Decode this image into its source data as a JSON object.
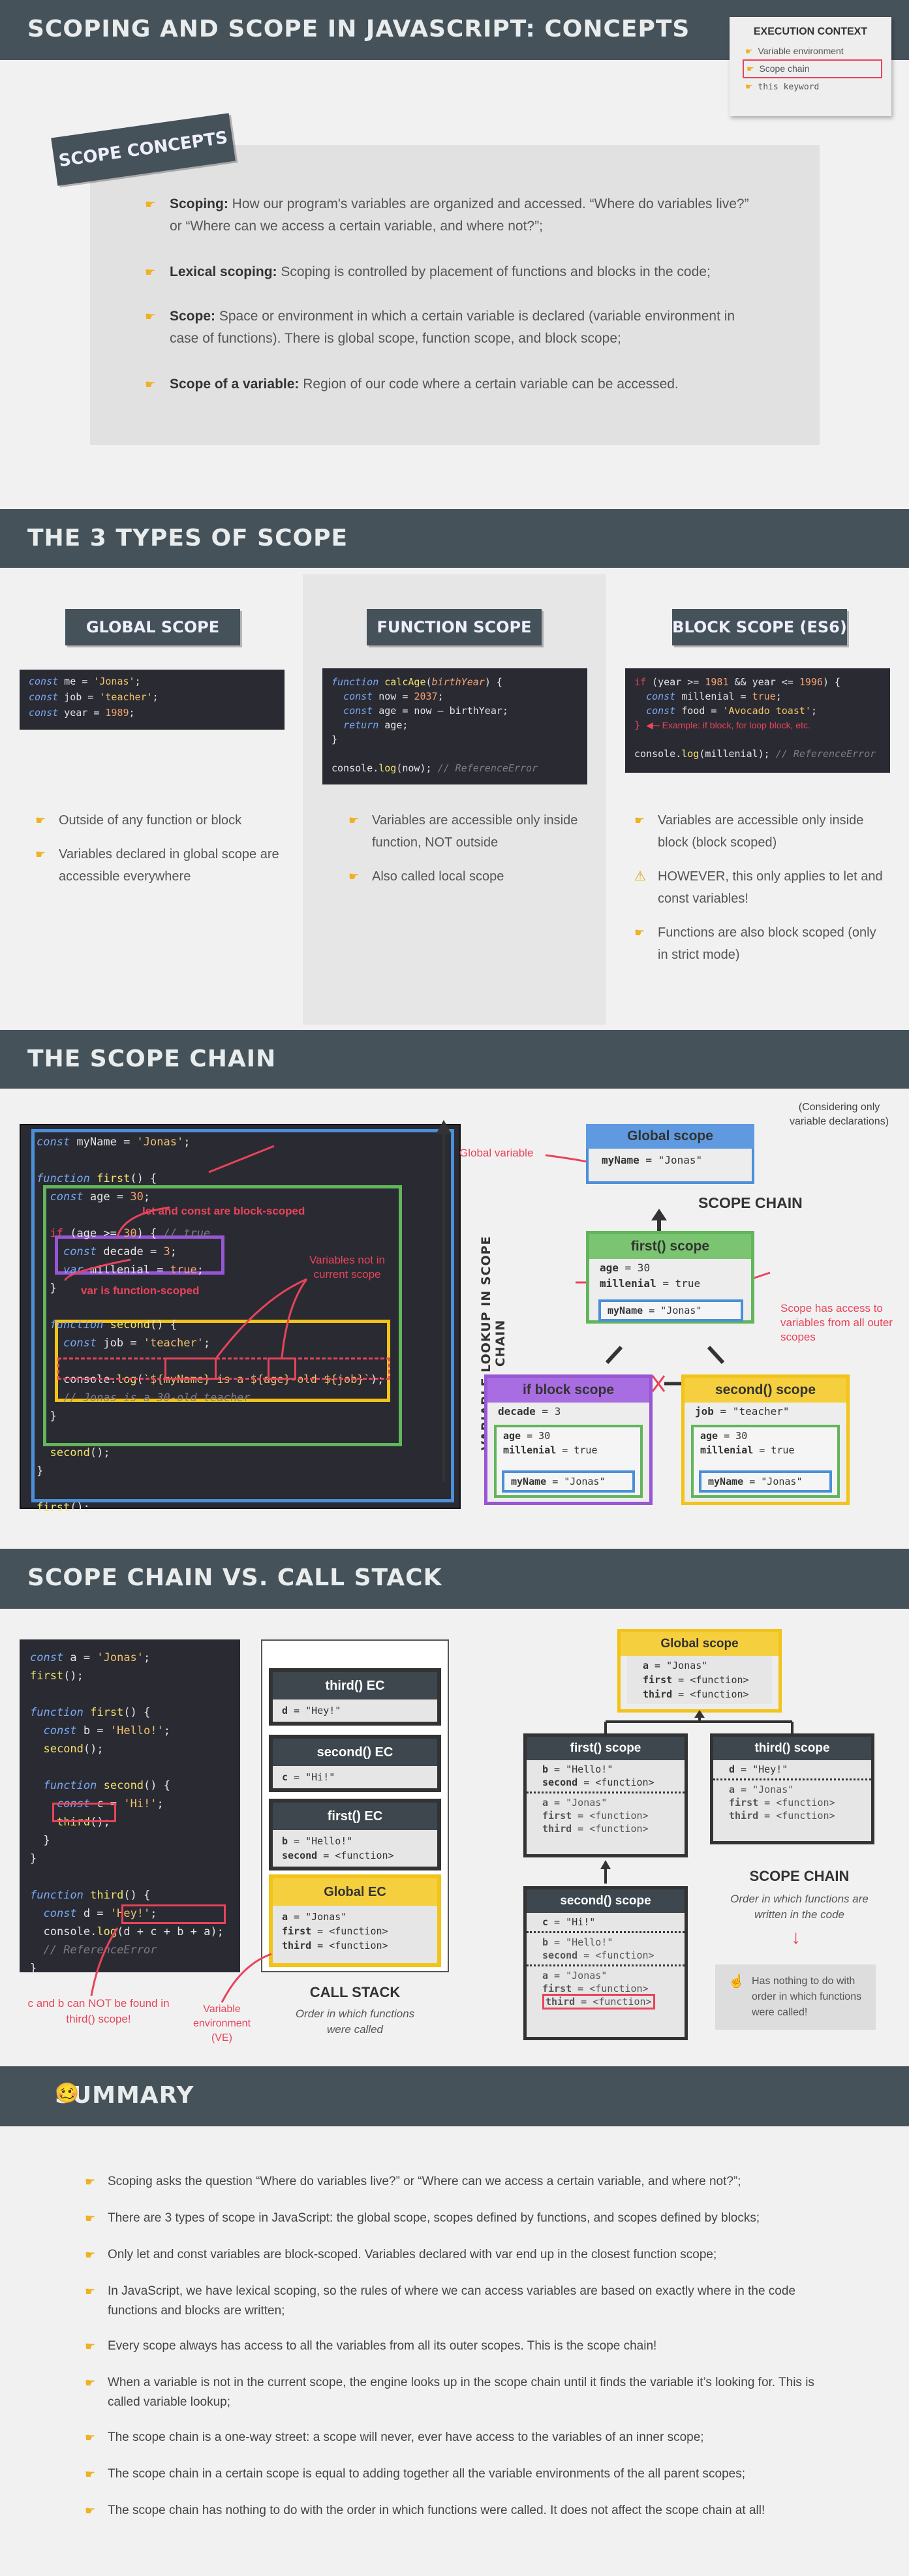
{
  "title": "SCOPING AND SCOPE IN JAVASCRIPT: CONCEPTS",
  "exec_context": {
    "title": "EXECUTION CONTEXT",
    "items": [
      "Variable environment",
      "Scope chain",
      "this keyword"
    ]
  },
  "concepts": {
    "title": "SCOPE CONCEPTS",
    "items": [
      {
        "head": "Scoping:",
        "text": "How our program's variables are organized and accessed. “Where do variables live?” or “Where can we access a certain variable, and where not?”;"
      },
      {
        "head": "Lexical scoping:",
        "text": "Scoping is controlled by placement of functions and blocks in the code;"
      },
      {
        "head": "Scope:",
        "text": "Space or environment in which a certain variable is declared (variable environment in case of functions). There is global scope, function scope, and block scope;"
      },
      {
        "head": "Scope of a variable:",
        "text": "Region of our code where a certain variable can be accessed."
      }
    ]
  },
  "types": {
    "title": "THE 3 TYPES OF SCOPE",
    "global": {
      "title": "GLOBAL SCOPE",
      "b1": "Outside of any function or block",
      "b2": "Variables declared in global scope are accessible everywhere"
    },
    "function": {
      "title": "FUNCTION SCOPE",
      "b1": "Variables are accessible only inside function, NOT outside",
      "b2": "Also called local scope"
    },
    "block": {
      "title": "BLOCK SCOPE (ES6)",
      "b1": "Variables are accessible only inside block (block scoped)",
      "b2": "HOWEVER, this only applies to let and const variables!",
      "b3": "Functions are also block scoped (only in strict mode)",
      "note": "Example: if block, for loop block, etc."
    }
  },
  "chain": {
    "title": "THE SCOPE CHAIN",
    "considering": "(Considering only variable declarations)",
    "axis": "VARIABLE LOOKUP IN SCOPE CHAIN",
    "label": "SCOPE CHAIN",
    "global_var": "Global variable",
    "block_scoped": "let and const are block-scoped",
    "var_fs": "var is function-scoped",
    "not_current": "Variables not in current scope",
    "access": "Scope has access to variables from all outer scopes"
  },
  "callstack": {
    "title": "SCOPE CHAIN VS. CALL STACK",
    "label": "CALL STACK",
    "sub": "Order in which functions were called",
    "chain_label": "SCOPE CHAIN",
    "chain_sub": "Order in which functions are written in the code",
    "nothing": "Has nothing to do with order in which functions were called!",
    "cb": "c and b can NOT be found in third() scope!",
    "ve": "Variable environment (VE)"
  },
  "summary": {
    "title": "SUMMARY",
    "items": [
      "Scoping asks the question “Where do variables live?” or “Where can we access a certain variable, and where not?”;",
      "There are 3 types of scope in JavaScript: the global scope, scopes defined by functions, and scopes defined by blocks;",
      "Only let and const variables are block-scoped. Variables declared with var end up in the closest function scope;",
      "In JavaScript, we have lexical scoping, so the rules of where we can access variables are based on exactly where in the code functions and blocks are written;",
      "Every scope always has access to all the variables from all its outer scopes. This is the scope chain!",
      "When a variable is not in the current scope, the engine looks up in the scope chain until it finds the variable it’s looking for. This is called variable lookup;",
      "The scope chain is a one-way street: a scope will never, ever have access to the variables of an inner scope;",
      "The scope chain in a certain scope is equal to adding together all the variable environments of the all parent scopes;",
      "The scope chain has nothing to do with the order in which functions were called. It does not affect the scope chain at all!"
    ]
  }
}
